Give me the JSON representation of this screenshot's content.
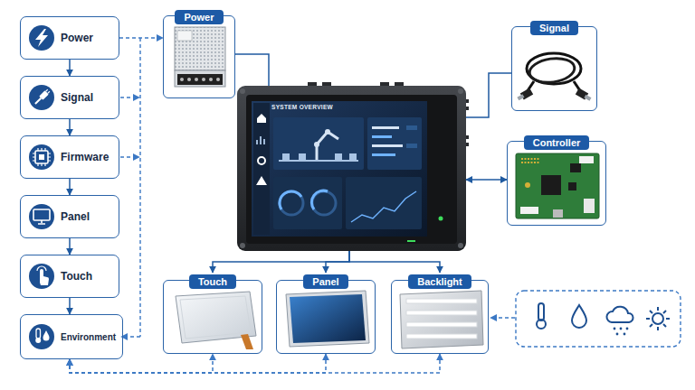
{
  "diagram": {
    "nodes": [
      {
        "text": [
          "Power"
        ]
      },
      {
        "text": [
          "Signal"
        ]
      },
      {
        "text": [
          "Firmware"
        ]
      },
      {
        "text": [
          "Panel"
        ]
      },
      {
        "text": [
          "Touch"
        ]
      },
      {
        "text": [
          "Environment"
        ]
      },
      {
        "text": [
          "Power"
        ]
      },
      {
        "text": [
          "SYSTEM OVERVIEW"
        ]
      },
      {
        "text": [
          "Signal"
        ]
      },
      {
        "text": [
          "Controller"
        ]
      },
      {
        "text": [
          "Touch"
        ]
      },
      {
        "text": [
          "Panel"
        ]
      },
      {
        "text": [
          "Backlight"
        ]
      }
    ],
    "edges": [
      {
        "from": 0,
        "to": 1,
        "arrow": "to"
      },
      {
        "from": 1,
        "to": 2,
        "arrow": "to"
      },
      {
        "from": 2,
        "to": 3,
        "arrow": "to"
      },
      {
        "from": 3,
        "to": 4,
        "arrow": "to"
      },
      {
        "from": 4,
        "to": 5,
        "arrow": "to"
      },
      {
        "from": 0,
        "to": 6,
        "arrow": "to"
      },
      {
        "from": 6,
        "to": 7,
        "arrow": "none"
      },
      {
        "from": 7,
        "to": 8,
        "arrow": "none"
      },
      {
        "from": 7,
        "to": 9,
        "arrow": "both"
      },
      {
        "from": 7,
        "to": 10,
        "arrow": "to"
      },
      {
        "from": 7,
        "to": 11,
        "arrow": "to"
      },
      {
        "from": 7,
        "to": 12,
        "arrow": "to"
      },
      {
        "from": 5,
        "to": 10,
        "arrow": "both"
      },
      {
        "from": 5,
        "to": 11,
        "arrow": "both"
      },
      {
        "from": 5,
        "to": 12,
        "arrow": "both"
      }
    ]
  }
}
